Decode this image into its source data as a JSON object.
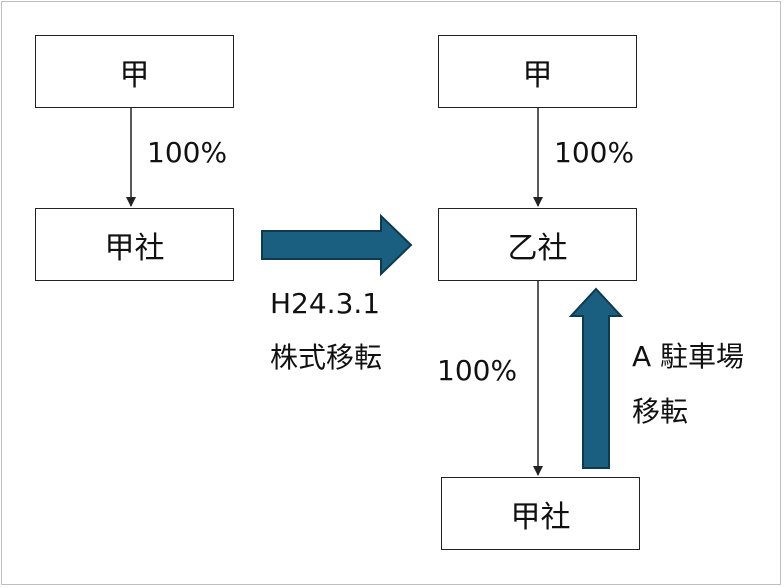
{
  "diagram": {
    "left": {
      "parent": "甲",
      "ownership": "100%",
      "subsidiary": "甲社"
    },
    "transfer": {
      "date": "H24.3.1",
      "action": "株式移転"
    },
    "right": {
      "parent": "甲",
      "ownership_top": "100%",
      "holding": "乙社",
      "ownership_bottom": "100%",
      "subsidiary": "甲社",
      "asset_label": "A 駐車場",
      "asset_action": "移転"
    },
    "colors": {
      "block_arrow_fill": "#1a5f7f",
      "block_arrow_stroke": "#0e3a50",
      "line": "#222222"
    }
  }
}
